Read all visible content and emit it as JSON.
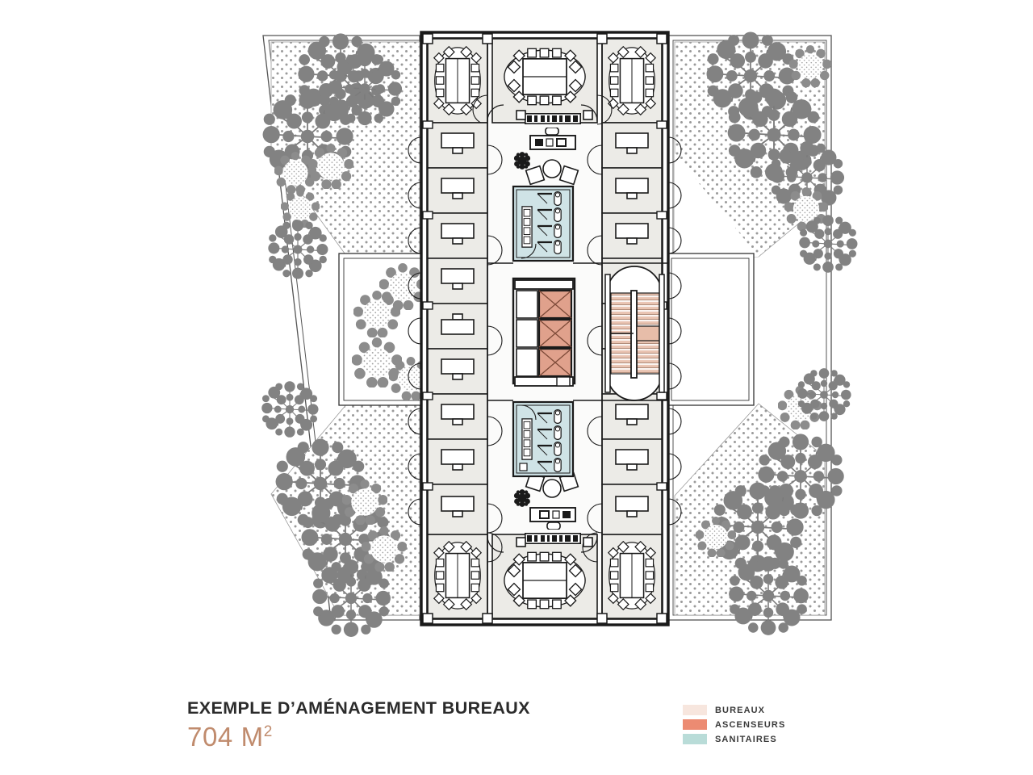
{
  "caption": {
    "title": "EXEMPLE D’AMÉNAGEMENT BUREAUX",
    "area_value": "704 M",
    "area_exponent": "2",
    "title_color": "#2b2b2b",
    "area_color": "#c08b6d"
  },
  "legend": {
    "items": [
      {
        "label": "BUREAUX",
        "color": "#f7e6de"
      },
      {
        "label": "ASCENSEURS",
        "color": "#ec8b72"
      },
      {
        "label": "SANITAIRES",
        "color": "#b9dcd8"
      }
    ]
  },
  "plan": {
    "document_type": "architectural-floor-plan",
    "colors": {
      "office_fill": "#ecebe7",
      "bureaux_fill": "#f7e6de",
      "elevator_fill": "#e0a18c",
      "stair_fill": "#e7bda9",
      "sanitaires_fill": "#cfe3e6",
      "wall_stroke": "#1a1a1a",
      "thin_stroke": "#2b2b2b",
      "landscape_dot": "#9a9a9a",
      "tree_gray": "#808080",
      "corridor_fill": "#fbfbfa",
      "site_line": "#555555",
      "white": "#ffffff"
    },
    "zones": [
      {
        "name": "site-boundary-left",
        "type": "site"
      },
      {
        "name": "site-boundary-right",
        "type": "site"
      },
      {
        "name": "landscape-nw",
        "type": "planted-area"
      },
      {
        "name": "landscape-sw",
        "type": "planted-area"
      },
      {
        "name": "landscape-ne",
        "type": "planted-area"
      },
      {
        "name": "landscape-se",
        "type": "planted-area"
      },
      {
        "name": "courtyard-west",
        "type": "courtyard"
      },
      {
        "name": "courtyard-east",
        "type": "courtyard"
      },
      {
        "name": "building-envelope",
        "type": "building"
      },
      {
        "name": "central-corridor",
        "type": "circulation"
      },
      {
        "name": "elevator-bank",
        "type": "ascenseurs",
        "count": 3
      },
      {
        "name": "stair-core",
        "type": "escalier"
      },
      {
        "name": "restroom-north",
        "type": "sanitaires"
      },
      {
        "name": "restroom-south",
        "type": "sanitaires"
      },
      {
        "name": "meeting-rooms-north",
        "type": "salle-reunion",
        "count": 3
      },
      {
        "name": "meeting-rooms-south",
        "type": "salle-reunion",
        "count": 3
      },
      {
        "name": "offices-west",
        "type": "bureaux",
        "count": 10
      },
      {
        "name": "offices-east",
        "type": "bureaux",
        "count": 10
      },
      {
        "name": "lounge-north",
        "type": "accueil"
      },
      {
        "name": "lounge-south",
        "type": "accueil"
      }
    ]
  }
}
